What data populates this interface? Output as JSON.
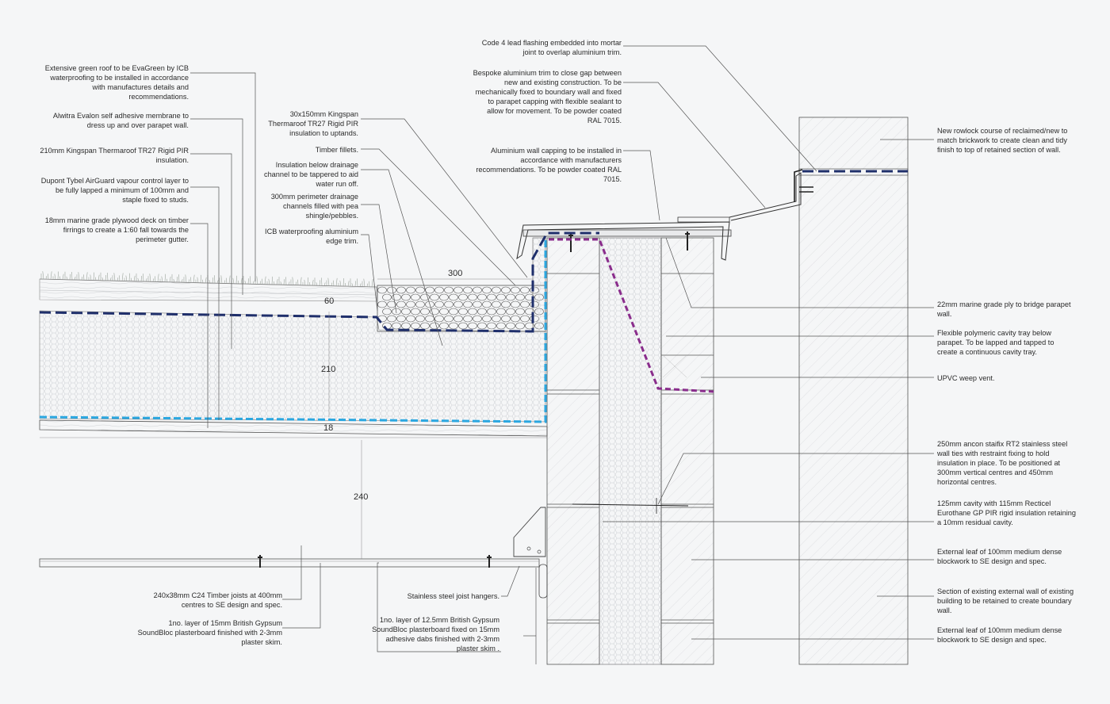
{
  "notes_left": [
    "Extensive green roof to be EvaGreen by ICB waterproofing to be installed in accordance with manufactures details and recommendations.",
    "Alwitra Evalon self adhesive membrane to dress up and over parapet wall.",
    "210mm Kingspan Thermaroof TR27 Rigid PIR insulation.",
    "Dupont Tybel AirGuard vapour control layer to be fully lapped a minimum of 100mm and staple fixed to studs.",
    "18mm marine grade plywood deck on timber firrings to create a 1:60 fall towards the perimeter gutter."
  ],
  "notes_mid": [
    "30x150mm Kingspan Thermaroof TR27 Rigid PIR insulation to uptands.",
    "Timber fillets.",
    "Insulation below drainage channel to be tappered to aid water run off.",
    "300mm perimeter drainage channels filled with pea shingle/pebbles.",
    "ICB waterproofing aluminium edge trim."
  ],
  "notes_top": [
    "Code 4 lead flashing embedded into mortar joint to overlap aluminium trim.",
    "Bespoke aluminium trim to close gap between new and existing construction. To be mechanically fixed to boundary wall and fixed to parapet capping with flexible sealant to allow for movement. To be powder coated RAL 7015.",
    "Aluminium wall capping to be installed in accordance with manufacturers recommendations. To be powder coated RAL 7015."
  ],
  "notes_right": [
    "New rowlock course of reclaimed/new to match brickwork to create clean and tidy finish to top of retained section of wall.",
    "22mm marine grade ply to bridge parapet wall.",
    "Flexible polymeric cavity tray below parapet. To be lapped and tapped to create a continuous cavity tray.",
    "UPVC weep vent.",
    "250mm ancon staifix RT2 stainless steel wall ties with restraint fixing to hold insulation in place. To be positioned at 300mm vertical centres and 450mm horizontal centres.",
    "125mm cavity with 115mm Recticel Eurothane GP PIR rigid insulation retaining a 10mm residual cavity.",
    "External leaf of 100mm medium dense blockwork to SE design and spec.",
    "Section of existing external wall of existing building to be retained to create boundary wall.",
    "External leaf of 100mm medium dense blockwork to SE design and spec."
  ],
  "notes_bottom": [
    "240x38mm C24 Timber joists at 400mm centres to SE design and spec.",
    "1no. layer of 15mm British Gypsum SoundBloc plasterboard finished with 2-3mm plaster skim.",
    "Stainless steel joist hangers.",
    "1no. layer of 12.5mm British Gypsum SoundBloc plasterboard fixed on 15mm adhesive dabs finished with 2-3mm plaster skim ."
  ],
  "dimensions": [
    "300",
    "60",
    "210",
    "18",
    "240"
  ],
  "colors": {
    "vcl": "#2ba7e0",
    "membrane": "#1f2f6b",
    "cavity_tray": "#8a2d8c",
    "line": "#3a3a3a",
    "background": "#f5f6f7"
  }
}
